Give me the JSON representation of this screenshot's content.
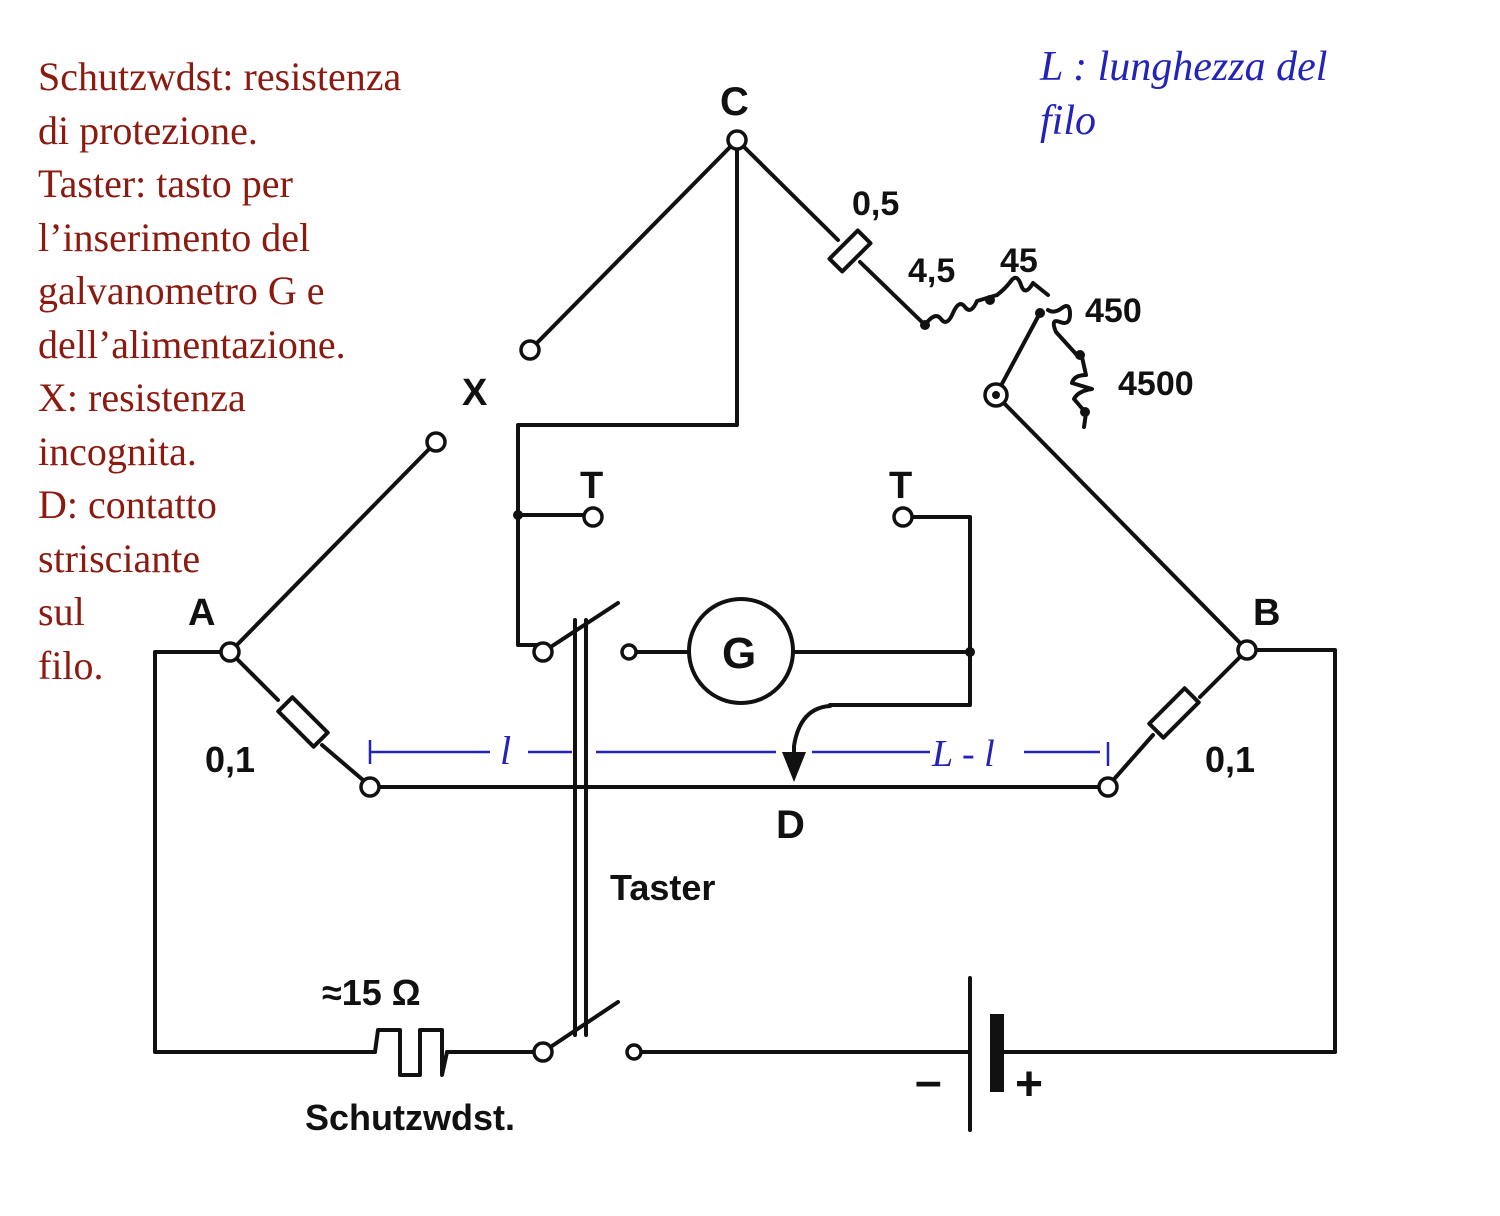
{
  "legend": {
    "lines": [
      "Schutzwdst: resistenza",
      "di protezione.",
      "Taster: tasto per",
      "l’inserimento del",
      "galvanometro G e",
      "dell’alimentazione.",
      "X: resistenza",
      "incognita.",
      "D: contatto",
      "strisciante",
      "sul",
      "filo."
    ],
    "length_note": [
      "L : lunghezza del",
      "filo"
    ]
  },
  "nodes": {
    "a": "A",
    "b": "B",
    "c": "C",
    "d": "D",
    "x": "X",
    "t_left": "T",
    "t_right": "T"
  },
  "resistors": {
    "r05": "0,5",
    "r45": "4,5",
    "r450_small": "45",
    "r450": "450",
    "r4500": "4500",
    "left_end": "0,1",
    "right_end": "0,1",
    "protection_value": "≈15 Ω",
    "protection_label": "Schutzwdst."
  },
  "galvanometer": "G",
  "key_label": "Taster",
  "battery": {
    "minus": "–",
    "plus": "+"
  },
  "wire_lengths": {
    "left": "l",
    "right": "L - l"
  },
  "colors": {
    "legend_red": "#8b1a10",
    "legend_blue": "#2323b8",
    "ink": "#111111"
  }
}
